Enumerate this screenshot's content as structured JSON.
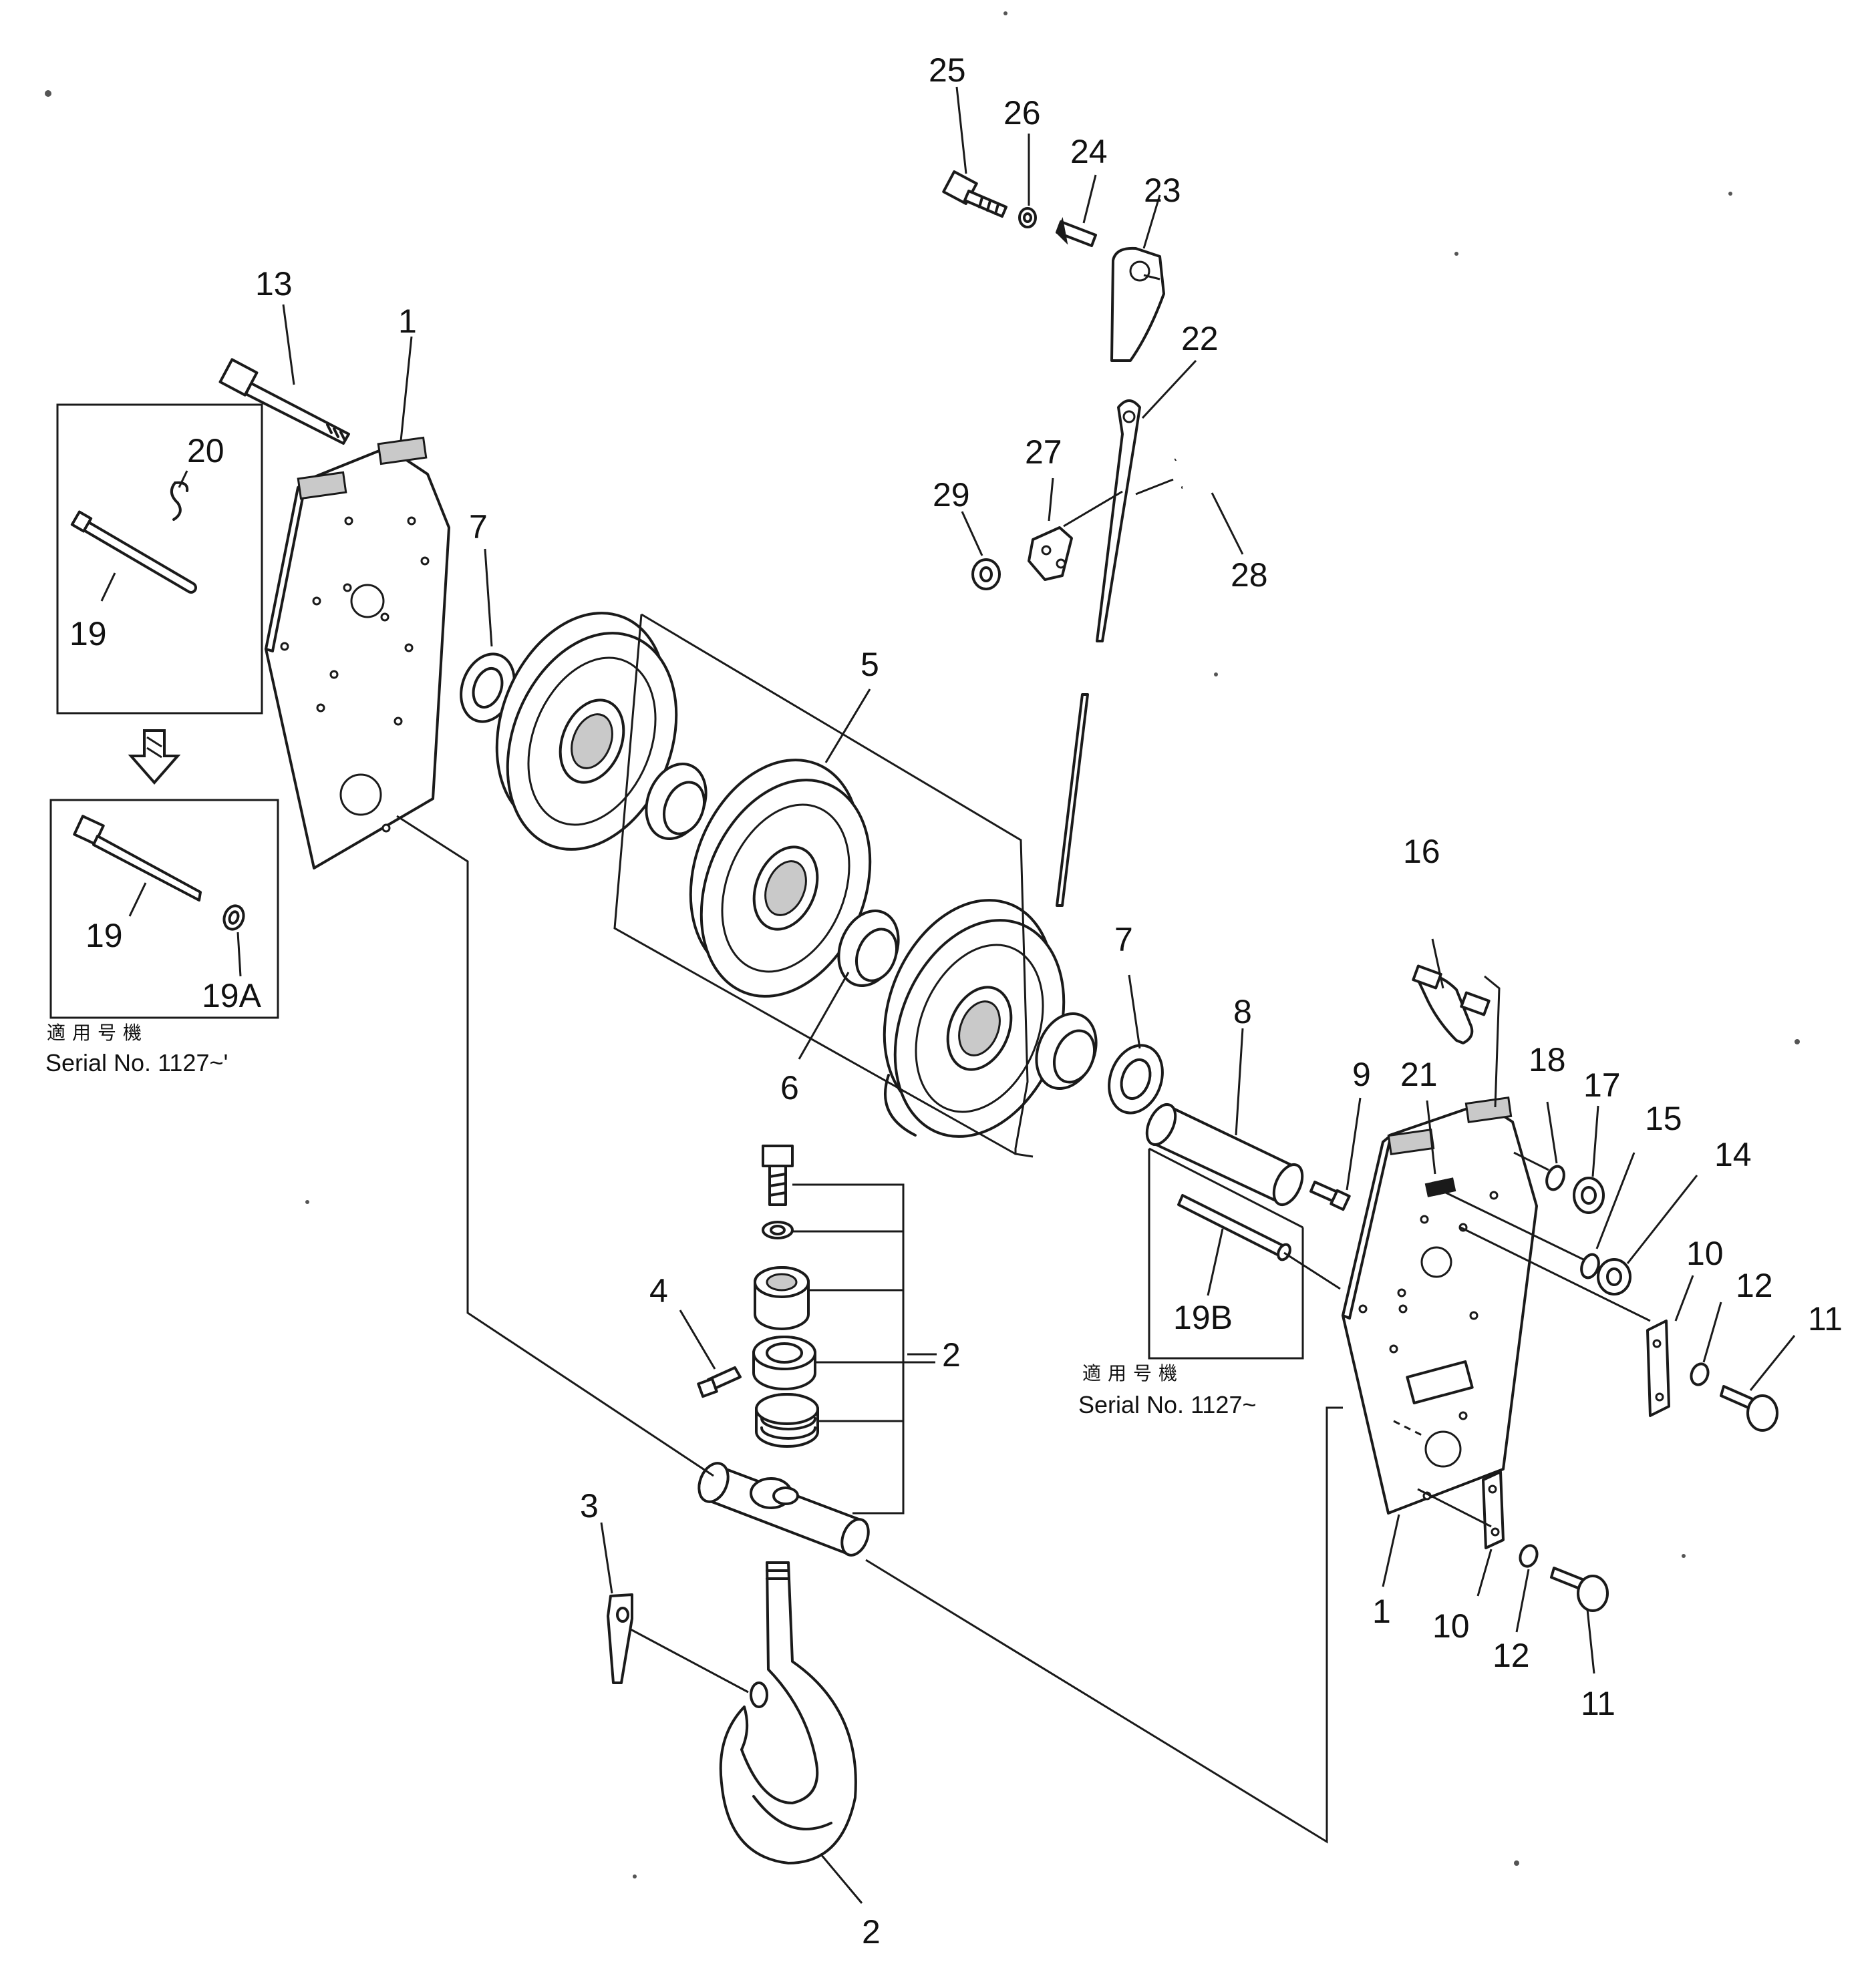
{
  "callouts": {
    "c1a": "1",
    "c1b": "1",
    "c2a": "2",
    "c2b": "2",
    "c3": "3",
    "c4": "4",
    "c5": "5",
    "c6": "6",
    "c7a": "7",
    "c7b": "7",
    "c8": "8",
    "c9": "9",
    "c10a": "10",
    "c10b": "10",
    "c11a": "11",
    "c11b": "11",
    "c12a": "12",
    "c12b": "12",
    "c13": "13",
    "c14": "14",
    "c15": "15",
    "c16": "16",
    "c17": "17",
    "c18": "18",
    "c19a": "19",
    "c19b": "19",
    "c19A": "19A",
    "c19B": "19B",
    "c20": "20",
    "c21": "21",
    "c22": "22",
    "c23": "23",
    "c24": "24",
    "c25": "25",
    "c26": "26",
    "c27": "27",
    "c28": "28",
    "c29": "29"
  },
  "notes": {
    "left_jp": "適用号機",
    "left_serial": "Serial No. 1127~'",
    "right_jp": "適用号機",
    "right_serial": "Serial No. 1127~"
  },
  "arrow_icon": "down-arrow-icon"
}
